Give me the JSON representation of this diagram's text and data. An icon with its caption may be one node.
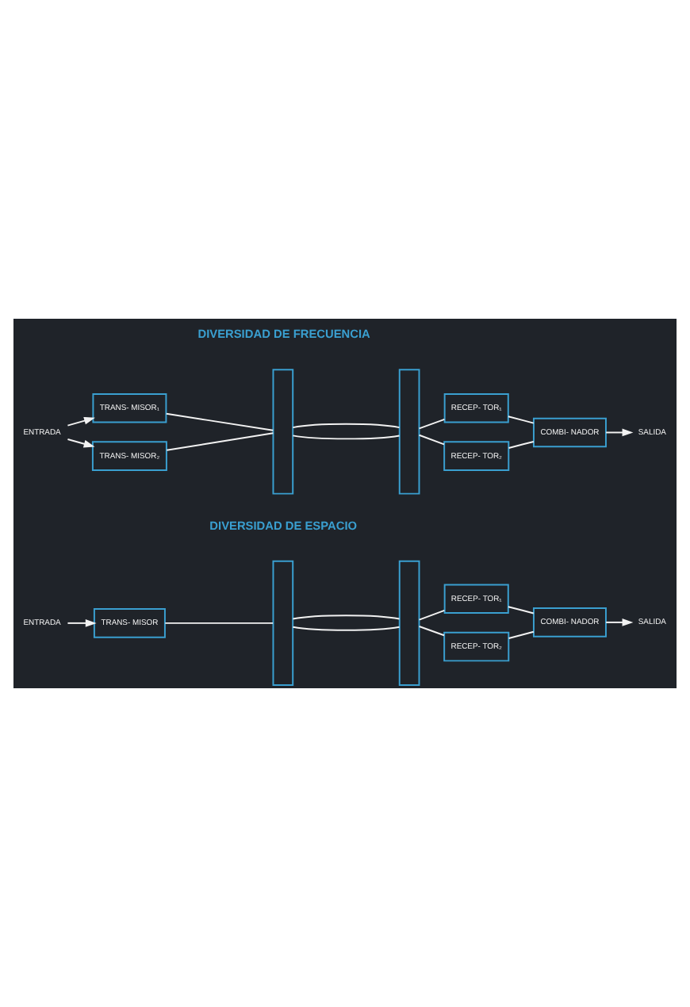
{
  "diagram": {
    "nodes": [
      {
        "text": [
          "ENTRADA"
        ]
      },
      {
        "text": [
          "TRANS- MISOR₁"
        ]
      },
      {
        "text": [
          "TRANS- MISOR₂"
        ]
      },
      {
        "text": [],
        "shape": "tower"
      },
      {
        "text": [],
        "shape": "tower"
      },
      {
        "text": [
          "RECEP- TOR₁"
        ]
      },
      {
        "text": [
          "RECEP- TOR₂"
        ]
      },
      {
        "text": [
          "COMBI- NADOR"
        ]
      },
      {
        "text": [
          "SALIDA"
        ]
      },
      {
        "text": [
          "ENTRADA"
        ]
      },
      {
        "text": [
          "TRANS- MISOR"
        ]
      },
      {
        "text": [],
        "shape": "tower"
      },
      {
        "text": [],
        "shape": "tower"
      },
      {
        "text": [
          "RECEP- TOR₁"
        ]
      },
      {
        "text": [
          "RECEP- TOR₂"
        ]
      },
      {
        "text": [
          "COMBI- NADOR"
        ]
      },
      {
        "text": [
          "SALIDA"
        ]
      }
    ],
    "edges": [
      {
        "from": 0,
        "to": 1,
        "arrow": "to"
      },
      {
        "from": 0,
        "to": 2,
        "arrow": "to"
      },
      {
        "from": 1,
        "to": 3,
        "arrow": "none"
      },
      {
        "from": 2,
        "to": 3,
        "arrow": "none"
      },
      {
        "from": 3,
        "to": 4,
        "arrow": "none"
      },
      {
        "from": 3,
        "to": 4,
        "arrow": "none"
      },
      {
        "from": 4,
        "to": 5,
        "arrow": "none"
      },
      {
        "from": 4,
        "to": 6,
        "arrow": "none"
      },
      {
        "from": 5,
        "to": 7,
        "arrow": "none"
      },
      {
        "from": 6,
        "to": 7,
        "arrow": "none"
      },
      {
        "from": 7,
        "to": 8,
        "arrow": "to"
      },
      {
        "from": 9,
        "to": 10,
        "arrow": "to"
      },
      {
        "from": 10,
        "to": 11,
        "arrow": "none"
      },
      {
        "from": 11,
        "to": 12,
        "arrow": "none"
      },
      {
        "from": 11,
        "to": 12,
        "arrow": "none"
      },
      {
        "from": 12,
        "to": 13,
        "arrow": "none"
      },
      {
        "from": 12,
        "to": 14,
        "arrow": "none"
      },
      {
        "from": 13,
        "to": 15,
        "arrow": "none"
      },
      {
        "from": 14,
        "to": 15,
        "arrow": "none"
      },
      {
        "from": 15,
        "to": 16,
        "arrow": "to"
      }
    ],
    "labels": [
      "DIVERSIDAD DE FRECUENCIA",
      "DIVERSIDAD DE ESPACIO"
    ]
  }
}
